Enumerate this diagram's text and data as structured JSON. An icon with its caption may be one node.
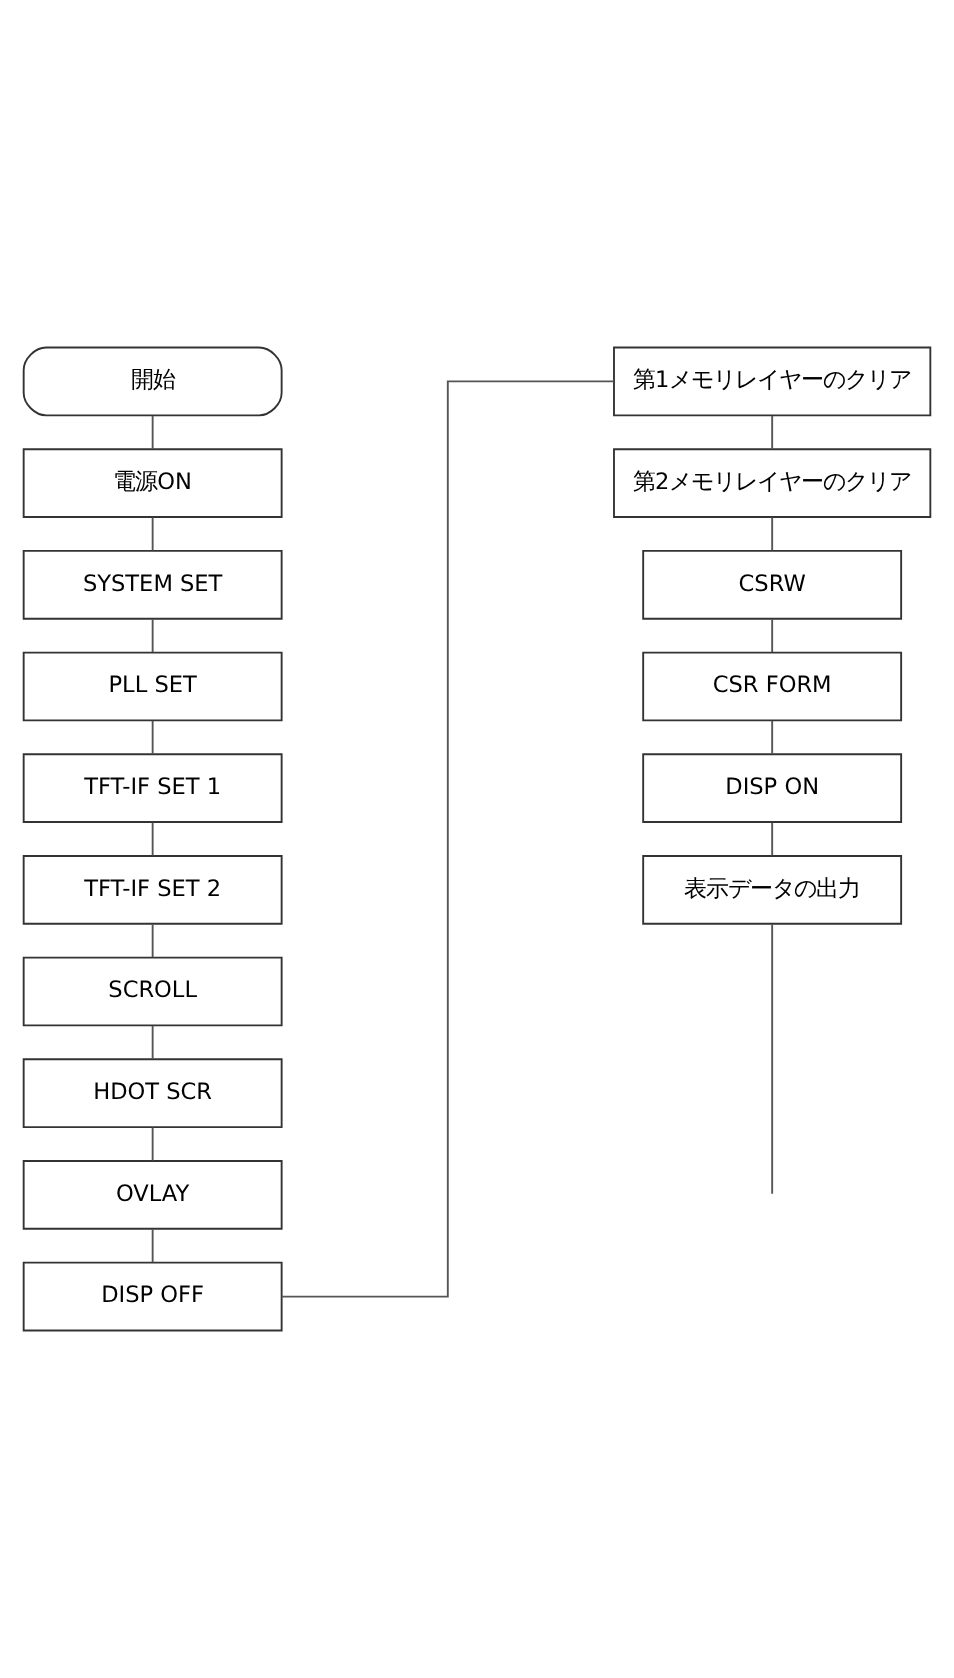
{
  "diagram": {
    "nodes": [
      {
        "text": [
          "開始"
        ]
      },
      {
        "text": [
          "電源ON"
        ]
      },
      {
        "text": [
          "SYSTEM SET"
        ]
      },
      {
        "text": [
          "PLL SET"
        ]
      },
      {
        "text": [
          "TFT-IF SET 1"
        ]
      },
      {
        "text": [
          "TFT-IF SET 2"
        ]
      },
      {
        "text": [
          "SCROLL"
        ]
      },
      {
        "text": [
          "HDOT SCR"
        ]
      },
      {
        "text": [
          "OVLAY"
        ]
      },
      {
        "text": [
          "DISP OFF"
        ]
      },
      {
        "text": [
          "第1メモリレイヤーのクリア"
        ]
      },
      {
        "text": [
          "第2メモリレイヤーのクリア"
        ]
      },
      {
        "text": [
          "CSRW"
        ]
      },
      {
        "text": [
          "CSR FORM"
        ]
      },
      {
        "text": [
          "DISP ON"
        ]
      },
      {
        "text": [
          "表示データの出力"
        ]
      }
    ],
    "edges": [
      {
        "from": 0,
        "to": 1,
        "arrow": "none"
      },
      {
        "from": 1,
        "to": 2,
        "arrow": "none"
      },
      {
        "from": 2,
        "to": 3,
        "arrow": "none"
      },
      {
        "from": 3,
        "to": 4,
        "arrow": "none"
      },
      {
        "from": 4,
        "to": 5,
        "arrow": "none"
      },
      {
        "from": 5,
        "to": 6,
        "arrow": "none"
      },
      {
        "from": 6,
        "to": 7,
        "arrow": "none"
      },
      {
        "from": 7,
        "to": 8,
        "arrow": "none"
      },
      {
        "from": 8,
        "to": 9,
        "arrow": "none"
      },
      {
        "from": 9,
        "to": 10,
        "arrow": "none"
      },
      {
        "from": 10,
        "to": 11,
        "arrow": "none"
      },
      {
        "from": 11,
        "to": 12,
        "arrow": "none"
      },
      {
        "from": 12,
        "to": 13,
        "arrow": "none"
      },
      {
        "from": 13,
        "to": 14,
        "arrow": "none"
      },
      {
        "from": 14,
        "to": 15,
        "arrow": "none"
      },
      {
        "from": 15,
        "to": null,
        "arrow": "none"
      }
    ]
  }
}
